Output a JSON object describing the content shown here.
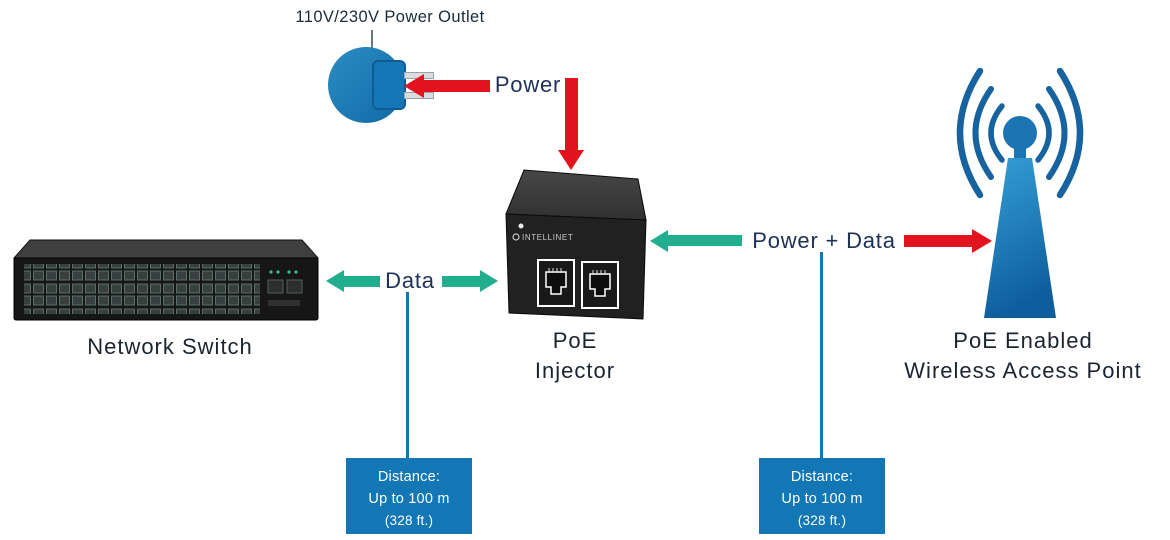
{
  "colors": {
    "blue": "#1277b4",
    "red": "#e2131d",
    "teal": "#21ae8e",
    "label_dark": "#1c2430",
    "arrow_label": "#1d3156",
    "device_black": "#1a1a1a"
  },
  "outlet": {
    "label": "110V/230V Power Outlet"
  },
  "network_switch": {
    "label": "Network Switch"
  },
  "poe_injector": {
    "brand": "INTELLINET",
    "label_line1": "PoE",
    "label_line2": "Injector"
  },
  "access_point": {
    "label_line1": "PoE Enabled",
    "label_line2": "Wireless Access Point"
  },
  "arrows": {
    "power_label": "Power",
    "data_label": "Data",
    "power_data_label": "Power + Data"
  },
  "distance_left": {
    "line1": "Distance:",
    "line2": "Up to 100 m",
    "line3": "(328 ft.)"
  },
  "distance_right": {
    "line1": "Distance:",
    "line2": "Up to 100 m",
    "line3": "(328 ft.)"
  }
}
